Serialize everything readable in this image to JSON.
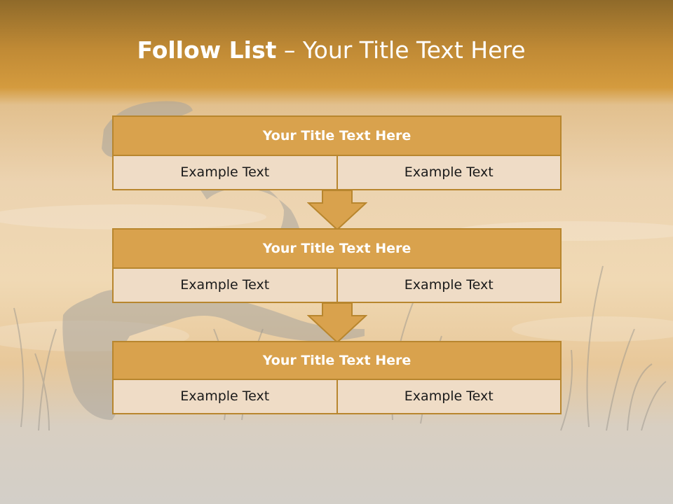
{
  "slide": {
    "title_bold": "Follow List",
    "title_rest": " – Your Title Text Here",
    "blocks": [
      {
        "heading": "Your Title Text Here",
        "left": "Example Text",
        "right": "Example Text"
      },
      {
        "heading": "Your Title Text Here",
        "left": "Example Text",
        "right": "Example Text"
      },
      {
        "heading": "Your Title Text Here",
        "left": "Example Text",
        "right": "Example Text"
      }
    ]
  },
  "colors": {
    "accent": "#d9a24d",
    "border": "#b8862e",
    "cell_fill": "#efdcc6",
    "title_text": "#ffffff"
  }
}
